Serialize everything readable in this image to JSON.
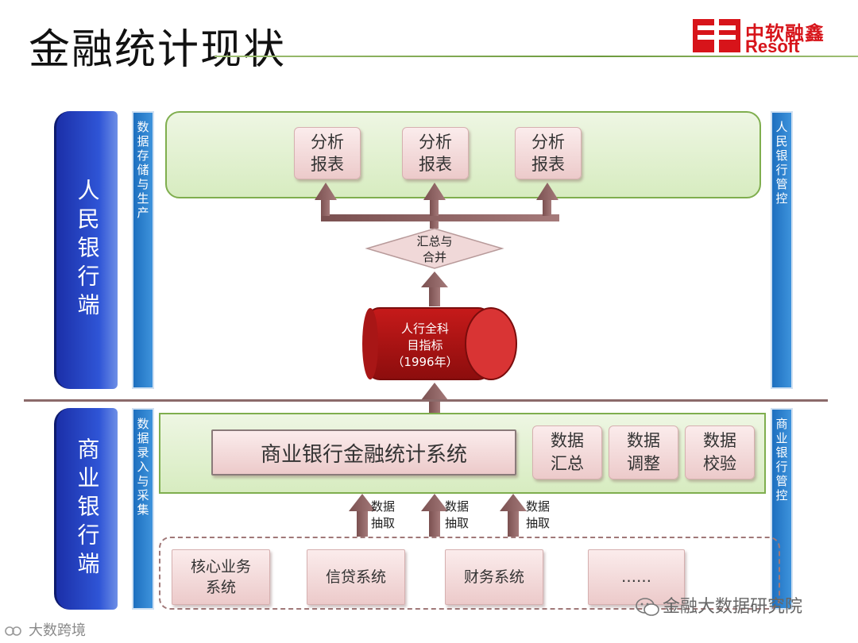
{
  "title": "金融统计现状",
  "logo": {
    "cn": "中软融鑫",
    "en": "Resoft"
  },
  "zones": {
    "pboc": "人民银行端",
    "commercial": "商业银行端"
  },
  "bars": {
    "left_top": "数据存储与生产",
    "left_bottom": "数据录入与采集",
    "right_top": "人民银行管控",
    "right_bottom": "商业银行管控"
  },
  "reports": [
    "分析\n报表",
    "分析\n报表",
    "分析\n报表"
  ],
  "merge": "汇总与\n合并",
  "database": "人行全科\n目指标\n（1996年）",
  "bank_system": "商业银行金融统计系统",
  "adjust_boxes": [
    "数据\n汇总",
    "数据\n调整",
    "数据\n校验"
  ],
  "extract_labels": [
    "数据\n抽取",
    "数据\n抽取",
    "数据\n抽取"
  ],
  "sources": [
    "核心业务\n系统",
    "信贷系统",
    "财务系统",
    "……"
  ],
  "watermarks": {
    "right": "金融大数据研究院",
    "left": "大数跨境"
  }
}
